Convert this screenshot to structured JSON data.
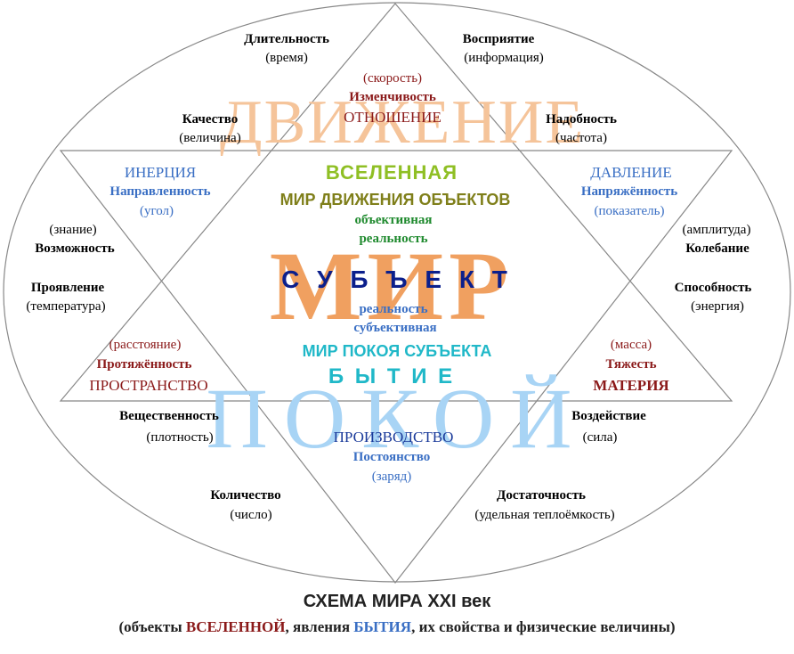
{
  "background_words": {
    "top": "ДВИЖЕНИЕ",
    "bottom": "ПОКОЙ",
    "center": "МИР"
  },
  "nodes": {
    "top_triangle": {
      "line1": "(скорость)",
      "line2": "Изменчивость",
      "line3": "ОТНОШЕНИЕ"
    },
    "inertia": {
      "line1": "ИНЕРЦИЯ",
      "line2": "Направленность",
      "line3": "(угол)"
    },
    "pressure": {
      "line1": "ДАВЛЕНИЕ",
      "line2": "Напряжённость",
      "line3": "(показатель)"
    },
    "space": {
      "line1": "(расстояние)",
      "line2": "Протяжённость",
      "line3": "ПРОСТРАНСТВО"
    },
    "matter": {
      "line1": "(масса)",
      "line2": "Тяжесть",
      "line3": "МАТЕРИЯ"
    },
    "production": {
      "line1": "ПРОИЗВОДСТВО",
      "line2": "Постоянство",
      "line3": "(заряд)"
    }
  },
  "outer": {
    "duration": {
      "line1": "Длительность",
      "line2": "(время)"
    },
    "perception": {
      "line1": "Восприятие",
      "line2": "(информация)"
    },
    "quality": {
      "line1": "Качество",
      "line2": "(величина)"
    },
    "necessity": {
      "line1": "Надобность",
      "line2": "(частота)"
    },
    "possibility": {
      "line1": "(знание)",
      "line2": "Возможность"
    },
    "oscillation": {
      "line1": "(амплитуда)",
      "line2": "Колебание"
    },
    "manifestation": {
      "line1": "Проявление",
      "line2": "(температура)"
    },
    "ability": {
      "line1": "Способность",
      "line2": "(энергия)"
    },
    "substance": {
      "line1": "Вещественность",
      "line2": "(плотность)"
    },
    "impact": {
      "line1": "Воздействие",
      "line2": "(сила)"
    },
    "quantity": {
      "line1": "Количество",
      "line2": "(число)"
    },
    "sufficiency": {
      "line1": "Достаточность",
      "line2": "(удельная теплоёмкость)"
    }
  },
  "center": {
    "universe": "ВСЕЛЕННАЯ",
    "world_motion": "МИР ДВИЖЕНИЯ ОБЪЕКТОВ",
    "objective": "объективная",
    "reality_top": "реальность",
    "subject": "С У Б Ъ Е К Т",
    "reality_bottom": "реальность",
    "subjective": "субъективная",
    "world_rest": "МИР ПОКОЯ СУБЪЕКТА",
    "being": "Б Ы Т И Е"
  },
  "caption": {
    "title": "СХЕМА МИРА XXI век",
    "sub_open": "(объекты ",
    "sub_universe": "ВСЕЛЕННОЙ",
    "sub_mid": ", явления ",
    "sub_being": "БЫТИЯ",
    "sub_close": ", их свойства и физические величины)"
  },
  "colors": {
    "dvizhenie": "#f5c49a",
    "pokoy": "#a8d4f5",
    "mir": "#f0a060",
    "red": "#8b1a1a",
    "blue": "#3a6fc4"
  }
}
